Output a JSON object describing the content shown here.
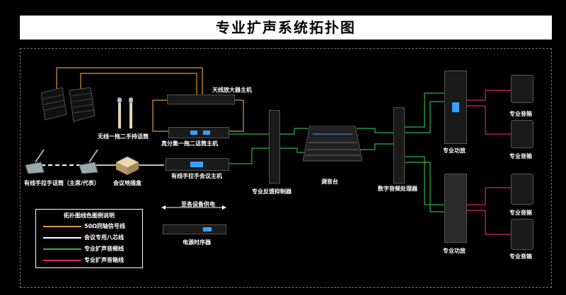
{
  "title": "专业扩声系统拓扑图",
  "labels": {
    "antenna_amp": "天线放大器主机",
    "wireless_handheld": "无线一拖二手持话筒",
    "diversity_receiver": "真分集一拖二话筒主机",
    "wired_mic": "有线手拉手话筒（主席/代表）",
    "floor_box": "会议地插盒",
    "conference_host": "有线手拉手会议主机",
    "feedback_suppressor": "专业反馈抑制器",
    "mixer": "调音台",
    "dsp": "数字音频处理器",
    "amp_top": "专业功放",
    "amp_bottom": "专业功放",
    "spk1": "专业音箱",
    "spk2": "专业音箱",
    "spk3": "专业音箱",
    "spk4": "专业音箱",
    "power_supply_note": "至各设备供电",
    "power_sequencer": "电源时序器"
  },
  "legend": {
    "title": "拓扑图线色图例说明",
    "items": [
      {
        "label": "50Ω同轴信号线",
        "color": "#d99a3a"
      },
      {
        "label": "会议专用八芯线",
        "color": "#ffffff"
      },
      {
        "label": "专业扩声音频线",
        "color": "#2db34a"
      },
      {
        "label": "专业扩声音箱线",
        "color": "#d6246e"
      }
    ]
  },
  "colors": {
    "coax": "#d99a3a",
    "conference": "#ffffff",
    "audio": "#2db34a",
    "speaker": "#d6246e",
    "accent_blue": "#3aa0ff"
  }
}
